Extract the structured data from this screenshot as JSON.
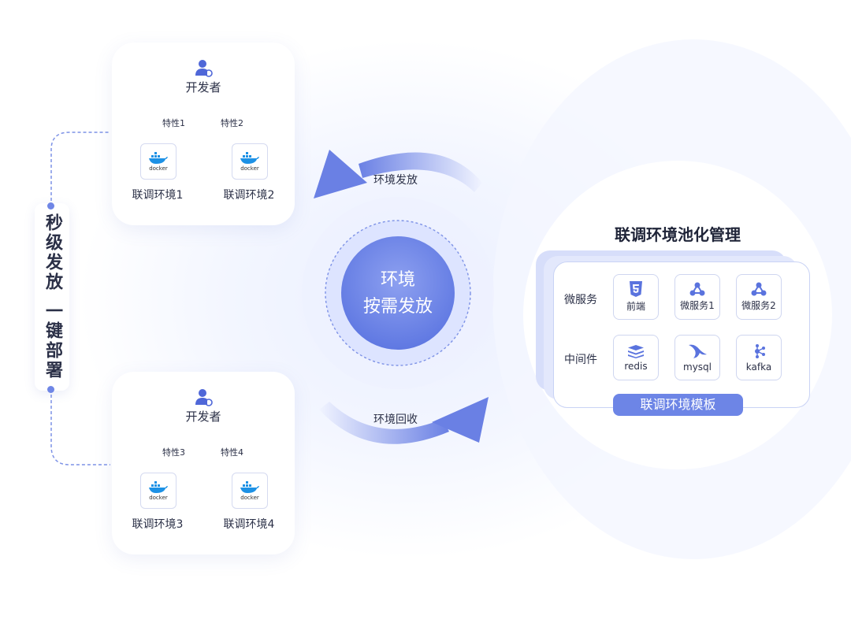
{
  "left_label_top": "秒级发放",
  "left_label_bottom": "一键部署",
  "developer_top": {
    "title": "开发者",
    "features": [
      "特性1",
      "特性2"
    ],
    "envs": [
      "联调环境1",
      "联调环境2"
    ]
  },
  "developer_bottom": {
    "title": "开发者",
    "features": [
      "特性3",
      "特性4"
    ],
    "envs": [
      "联调环境3",
      "联调环境4"
    ]
  },
  "docker_text": "docker",
  "center": {
    "line1": "环境",
    "line2": "按需发放",
    "issue_label": "环境发放",
    "recycle_label": "环境回收"
  },
  "pool": {
    "title": "联调环境池化管理",
    "row1_label": "微服务",
    "row1_items": [
      "前端",
      "微服务1",
      "微服务2"
    ],
    "row2_label": "中间件",
    "row2_items": [
      "redis",
      "mysql",
      "kafka"
    ],
    "template_label": "联调环境模板"
  },
  "icons": {
    "user": "user-icon",
    "docker": "docker-whale-icon",
    "html5": "html5-icon",
    "microservice": "network-nodes-icon",
    "redis": "redis-stack-icon",
    "mysql": "mysql-dolphin-icon",
    "kafka": "kafka-icon"
  },
  "colors": {
    "accent": "#6d85e6",
    "docker_blue": "#1d91e5",
    "line": "#7d92e6",
    "arrow_dark": "#6a80e4",
    "arrow_light": "#e6ebff"
  }
}
